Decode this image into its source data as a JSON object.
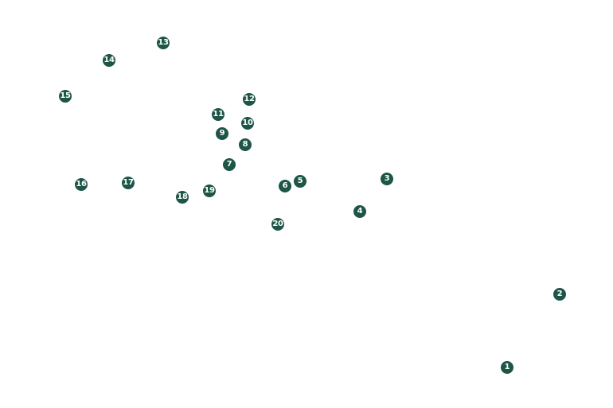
{
  "map": {
    "marker_color": "#1d5547",
    "marker_text_color": "#ffffff",
    "background_color": "#ffffff",
    "markers": [
      {
        "label": "1"
      },
      {
        "label": "2"
      },
      {
        "label": "3"
      },
      {
        "label": "4"
      },
      {
        "label": "5"
      },
      {
        "label": "6"
      },
      {
        "label": "7"
      },
      {
        "label": "8"
      },
      {
        "label": "9"
      },
      {
        "label": "10"
      },
      {
        "label": "11"
      },
      {
        "label": "12"
      },
      {
        "label": "13"
      },
      {
        "label": "14"
      },
      {
        "label": "15"
      },
      {
        "label": "16"
      },
      {
        "label": "17"
      },
      {
        "label": "18"
      },
      {
        "label": "19"
      },
      {
        "label": "20"
      }
    ]
  }
}
